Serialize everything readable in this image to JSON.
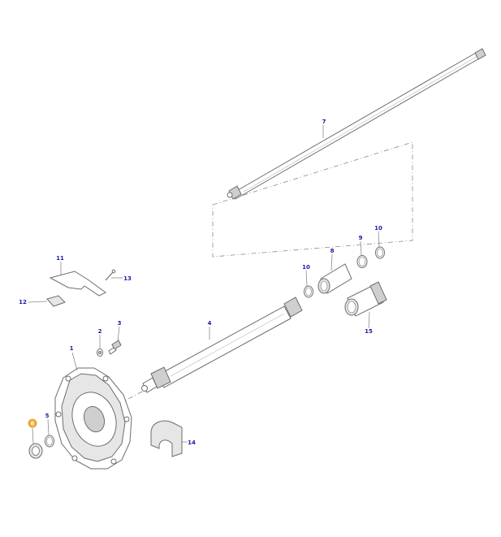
{
  "callouts": [
    "1",
    "2",
    "3",
    "4",
    "5",
    "6",
    "7",
    "8",
    "9",
    "10",
    "10",
    "11",
    "12",
    "13",
    "14",
    "15"
  ],
  "highlighted_callout": "6",
  "colors": {
    "label": "#1a1aa6",
    "highlight": "#f0a830",
    "line": "#6d6d6d"
  }
}
